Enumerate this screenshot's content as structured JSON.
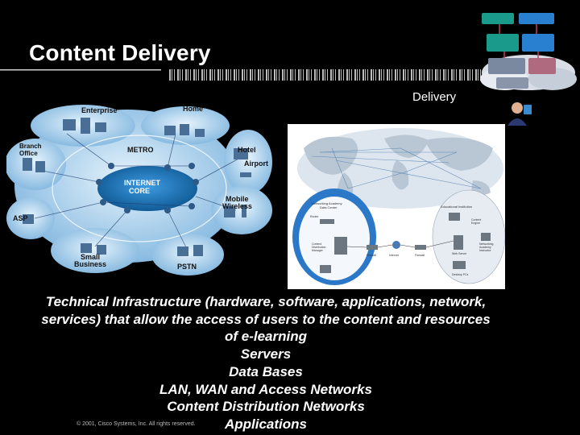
{
  "slide": {
    "title": "Content Delivery",
    "sublabel": "Delivery",
    "copyright": "© 2001, Cisco Systems, Inc. All rights reserved."
  },
  "body_lines": [
    "Technical Infrastructure (hardware, software, applications, network,",
    "services) that allow the access of users to the content and resources",
    "of e-learning",
    "Servers",
    "Data Bases",
    "LAN, WAN and Access Networks",
    "Content Distribution Networks",
    "Applications"
  ],
  "network_diagram": {
    "labels": {
      "enterprise": "Enterprise",
      "home": "Home",
      "branch_office": "Branch\nOffice",
      "metro": "METRO",
      "hotel": "Hotel",
      "airport": "Airport",
      "internet_core": "INTERNET\nCORE",
      "asp": "ASP",
      "mobile_wireless": "Mobile\nWireless",
      "small_business": "Small\nBusiness",
      "pstn": "PSTN"
    }
  },
  "map_diagram": {
    "labels": {
      "data_center": "Networking Academy\nData Center",
      "educational_institution": "Educational Institution",
      "content_engine": "Content\nEngine",
      "content_distribution_manager": "Content\nDistribution\nManager",
      "firewall_left": "Firewall",
      "internet": "Internet",
      "firewall_right": "Firewall",
      "networking_academy_instructor": "Networking\nAcademy\nInstructor",
      "web_server": "Web Server",
      "desktop_pcs": "Desktop PCs",
      "router": "Router"
    }
  },
  "colors": {
    "background": "#000000",
    "text": "#ffffff",
    "cloud_blue": "#8ec3e6",
    "core_blue": "#1e78b8"
  }
}
